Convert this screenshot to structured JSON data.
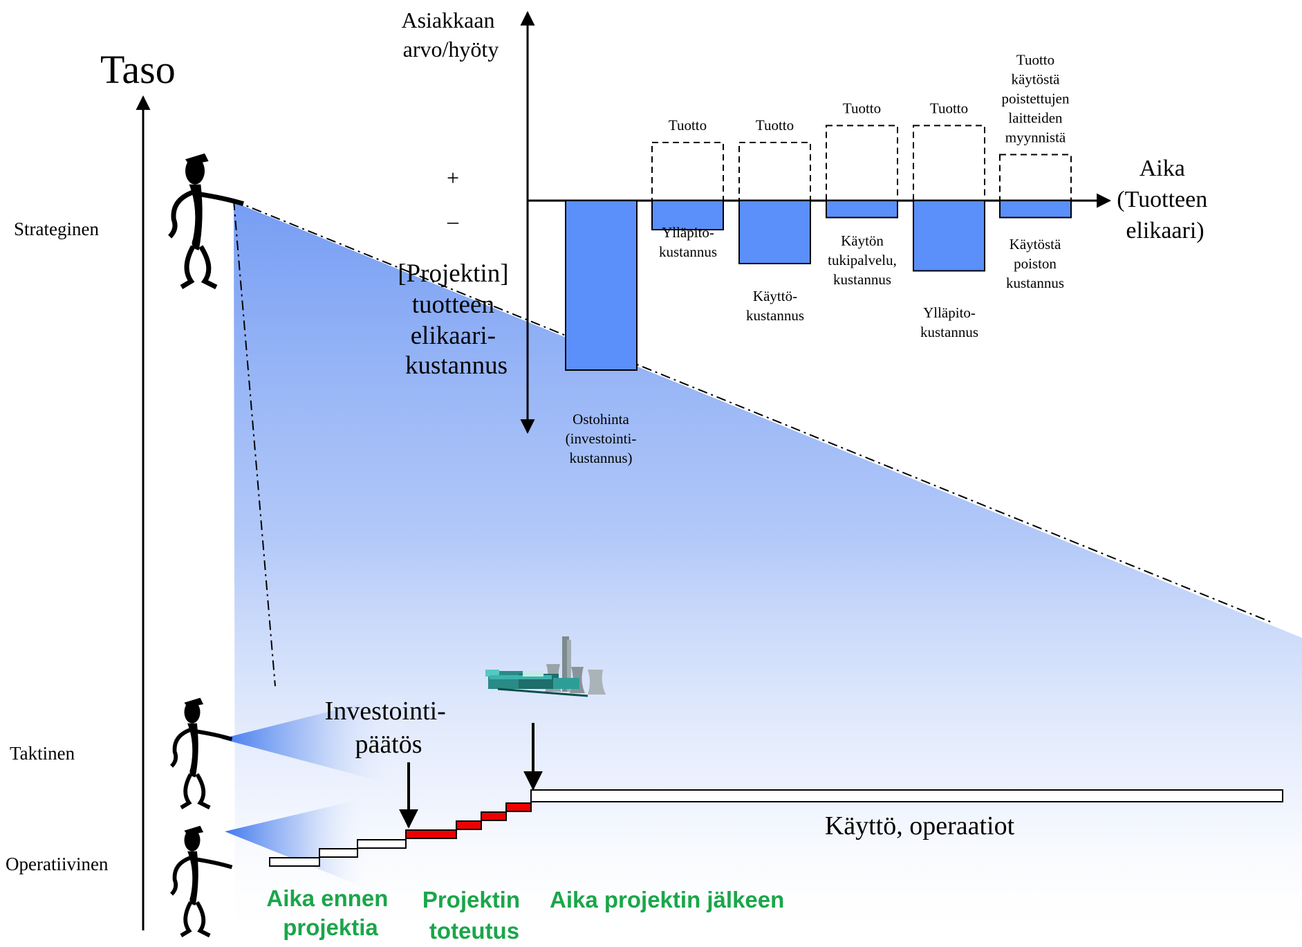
{
  "axis": {
    "level_label": "Taso",
    "value_label": [
      "Asiakkaan",
      "arvo/hyöty"
    ],
    "time_label": [
      "Aika",
      "(Tuotteen",
      "elikaari)"
    ],
    "plus": "+",
    "minus": "–"
  },
  "levels": {
    "strategic": "Strateginen",
    "tactical": "Taktinen",
    "operational": "Operatiivinen"
  },
  "lifecycle_cost_label": [
    "[Projektin]",
    "tuotteen",
    "elikaari-",
    "kustannus"
  ],
  "cost_bars": [
    {
      "label": [
        "Ostohinta",
        "(investointi-",
        "kustannus)"
      ],
      "value": -3.5
    },
    {
      "label": [
        "Ylläpito-",
        "kustannus"
      ],
      "value": -0.6
    },
    {
      "label": [
        "Käyttö-",
        "kustannus"
      ],
      "value": -1.3
    },
    {
      "label": [
        "Käytön",
        "tukipalvelu,",
        "kustannus"
      ],
      "value": -0.35
    },
    {
      "label": [
        "Ylläpito-",
        "kustannus"
      ],
      "value": -1.45
    },
    {
      "label": [
        "Käytöstä",
        "poiston",
        "kustannus"
      ],
      "value": -0.35
    }
  ],
  "income_bars": [
    {
      "label": [
        "Tuotto"
      ],
      "value": 1.2
    },
    {
      "label": [
        "Tuotto"
      ],
      "value": 1.2
    },
    {
      "label": [
        "Tuotto"
      ],
      "value": 1.55
    },
    {
      "label": [
        "Tuotto"
      ],
      "value": 1.55
    },
    {
      "label": [
        "Tuotto",
        "käytöstä",
        "poistettujen",
        "laitteiden",
        "myynnistä"
      ],
      "value": 0.95
    }
  ],
  "timeline": {
    "decision": [
      "Investointi-",
      "päätös"
    ],
    "operation": "Käyttö, operaatiot",
    "phases": [
      [
        "Aika ennen",
        "projektia"
      ],
      [
        "Projektin",
        "toteutus"
      ],
      [
        "Aika projektin jälkeen"
      ]
    ]
  },
  "colors": {
    "bar_fill": "#5b8ff9",
    "step_red": "#ee0000",
    "phase_green": "#1aa64a"
  },
  "icons": [
    "person-pointing-icon",
    "power-plant-icon"
  ]
}
